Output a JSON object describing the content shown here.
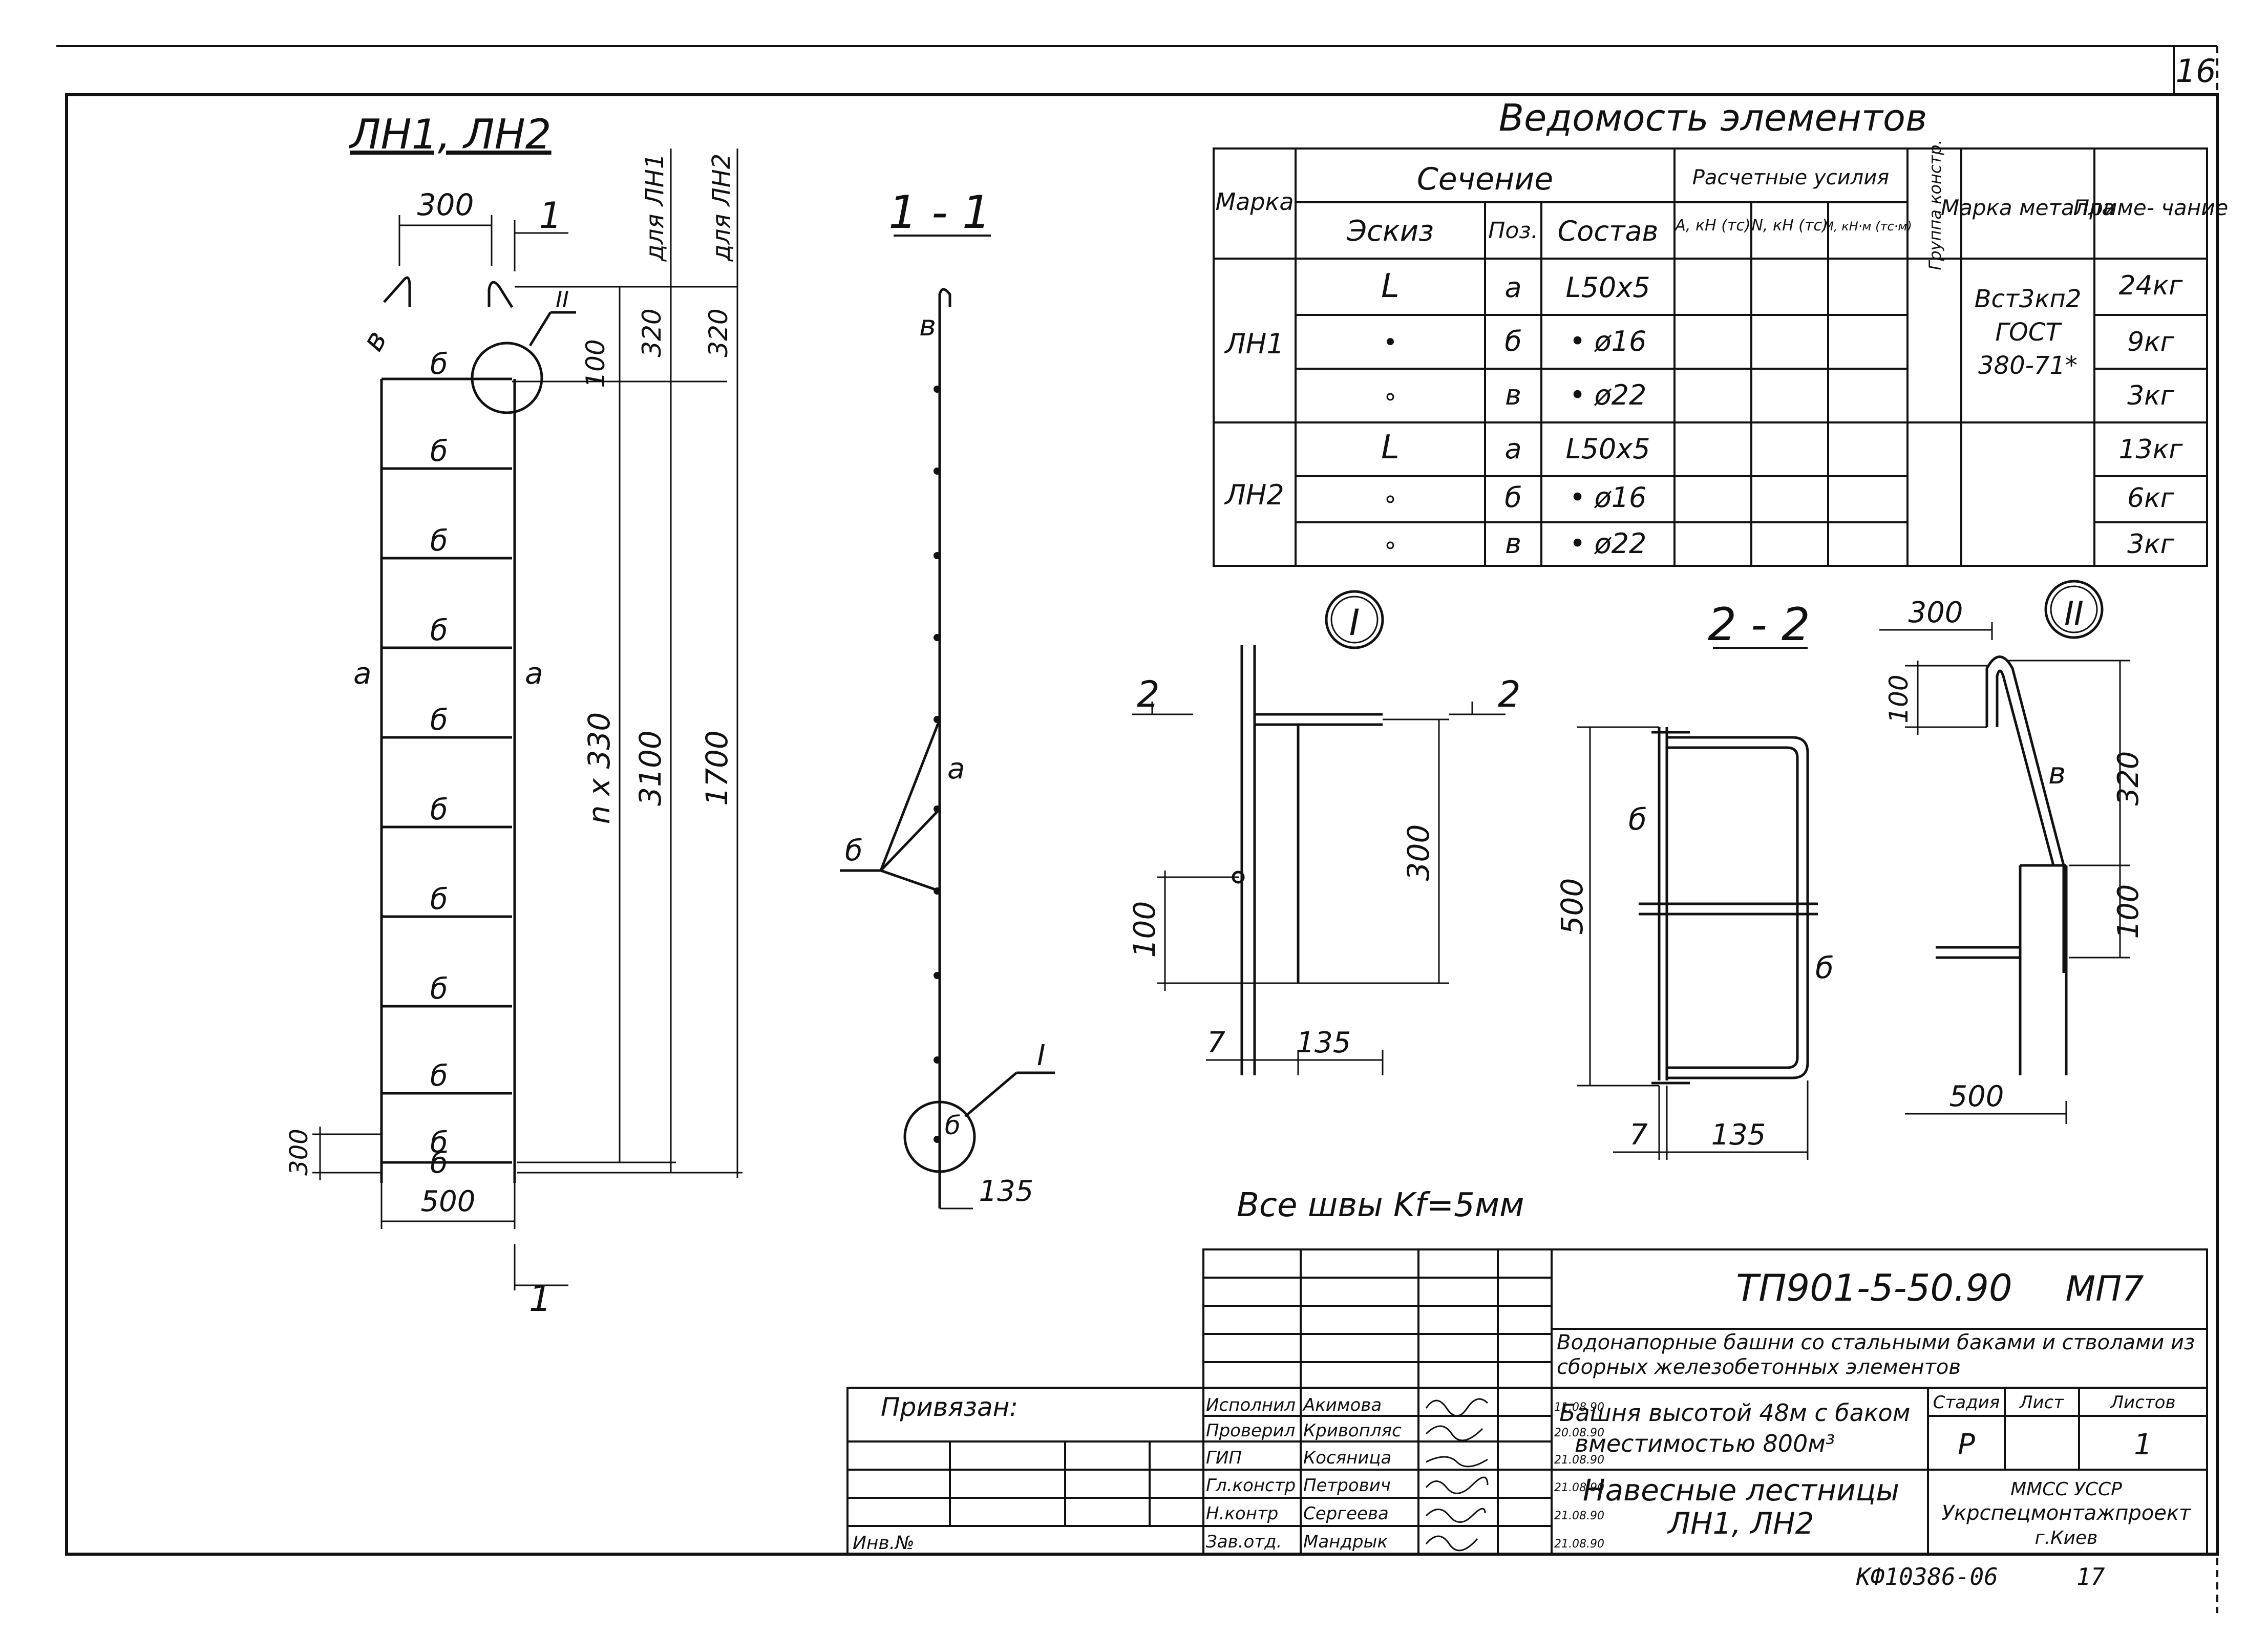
{
  "page_number": "16",
  "footer_code": "КФ10386-06",
  "footer_number": "17",
  "drawing1": {
    "title": "ЛН1, ЛН2",
    "dim_top": "300",
    "section_mark": "1",
    "detail_mark_2": "II",
    "label_a": "а",
    "label_b": "б",
    "label_v": "в",
    "dim_100": "100",
    "dim_320a": "320",
    "dim_320b": "320",
    "col_ln1": "для ЛН1",
    "col_ln2": "для ЛН2",
    "dim_nx330": "n x 330",
    "dim_3100": "3100",
    "dim_1700": "1700",
    "dim_300_bottom": "300",
    "dim_500": "500"
  },
  "section11": {
    "title": "1 - 1",
    "label_v": "в",
    "label_a": "а",
    "label_b": "б",
    "detail_mark_1": "I",
    "dim_135": "135"
  },
  "detail1": {
    "mark": "I",
    "cut_label": "2",
    "dim_300": "300",
    "dim_100": "100",
    "dim_7": "7",
    "dim_135": "135"
  },
  "section22": {
    "title": "2 - 2",
    "label_b": "б",
    "dim_500": "500",
    "dim_7": "7",
    "dim_135": "135"
  },
  "detail2": {
    "mark": "II",
    "dim_300": "300",
    "dim_100_top": "100",
    "dim_320": "320",
    "dim_100_bottom": "100",
    "label_v": "в",
    "dim_500": "500"
  },
  "welds_note": "Все швы Kf=5мм",
  "schedule": {
    "title": "Ведомость элементов",
    "headers": {
      "marka": "Марка",
      "sechenie": "Сечение",
      "eskiz": "Эскиз",
      "poz": "Поз.",
      "sostav": "Состав",
      "usiliya": "Расчетные усилия",
      "a_kn": "А, кН (тс)",
      "n_kn": "N, кН (тс)",
      "m_kn": "М, кН·м (тс·м)",
      "gruppa": "Группа констр.",
      "marka_metalla": "Марка металла",
      "primechanie": "Приме- чание"
    },
    "groups": [
      {
        "marka": "ЛН1",
        "rows": [
          {
            "eskiz": "L",
            "poz": "а",
            "sostav": "L50x5",
            "note": "24кг"
          },
          {
            "eskiz": "•",
            "poz": "б",
            "sostav": "• ø16",
            "note": "9кг"
          },
          {
            "eskiz": "∘",
            "poz": "в",
            "sostav": "• ø22",
            "note": "3кг"
          }
        ]
      },
      {
        "marka": "ЛН2",
        "rows": [
          {
            "eskiz": "L",
            "poz": "а",
            "sostav": "L50x5",
            "note": "13кг"
          },
          {
            "eskiz": "∘",
            "poz": "б",
            "sostav": "• ø16",
            "note": "6кг"
          },
          {
            "eskiz": "∘",
            "poz": "в",
            "sostav": "• ø22",
            "note": "3кг"
          }
        ]
      }
    ],
    "metal": [
      "Вст3кп2",
      "ГОСТ",
      "380-71*"
    ]
  },
  "title_block": {
    "code": "ТП901-5-50.90",
    "section": "МП7",
    "project": "Водонапорные башни со стальными баками и стволами из сборных железобетонных элементов",
    "object_line1": "Башня высотой 48м с баком",
    "object_line2": "вместимостью 800м³",
    "sheet_title_line1": "Навесные лестницы",
    "sheet_title_line2": "ЛН1, ЛН2",
    "stage_label": "Стадия",
    "sheet_label": "Лист",
    "sheets_label": "Листов",
    "stage": "Р",
    "sheets": "1",
    "org_line1": "ММСС УССР",
    "org_line2": "Укрспецмонтажпроект",
    "org_line3": "г.Киев",
    "privyazan": "Привязан:",
    "inv": "Инв.№",
    "signatures": [
      {
        "role": "Исполнил",
        "name": "Акимова",
        "date": "11.08.90"
      },
      {
        "role": "Проверил",
        "name": "Кривопляс",
        "date": "20.08.90"
      },
      {
        "role": "ГИП",
        "name": "Косяница",
        "date": "21.08.90"
      },
      {
        "role": "Гл.констр",
        "name": "Петрович",
        "date": "21.08.90"
      },
      {
        "role": "Н.контр",
        "name": "Сергеева",
        "date": "21.08.90"
      },
      {
        "role": "Зав.отд.",
        "name": "Мандрык",
        "date": "21.08.90"
      }
    ]
  }
}
